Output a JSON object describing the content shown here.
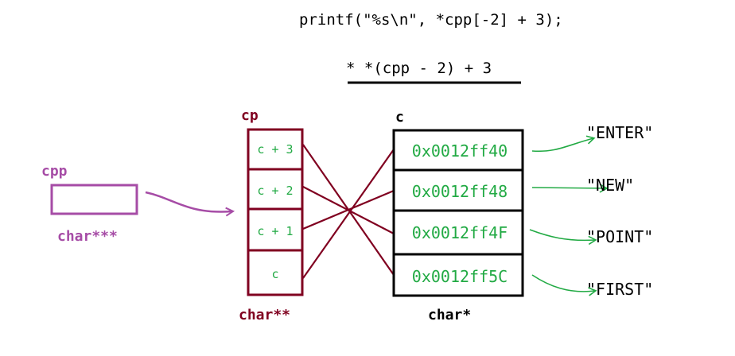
{
  "code": {
    "line1": "printf(\"%s\\n\", *cpp[-2] + 3);",
    "line2": "* *(cpp - 2) + 3"
  },
  "cpp": {
    "label": "cpp",
    "type": "char***"
  },
  "cp": {
    "label": "cp",
    "type": "char**",
    "cells": [
      "c + 3",
      "c + 2",
      "c + 1",
      "c"
    ]
  },
  "c": {
    "label": "c",
    "type": "char*",
    "cells": [
      "0x0012ff40",
      "0x0012ff48",
      "0x0012ff4F",
      "0x0012ff5C"
    ]
  },
  "strings": [
    "\"ENTER\"",
    "\"NEW\"",
    "\"POINT\"",
    "\"FIRST\""
  ],
  "colors": {
    "purple": "#a64ca6",
    "maroon": "#800020",
    "green": "#22aa44",
    "black": "#000000"
  }
}
